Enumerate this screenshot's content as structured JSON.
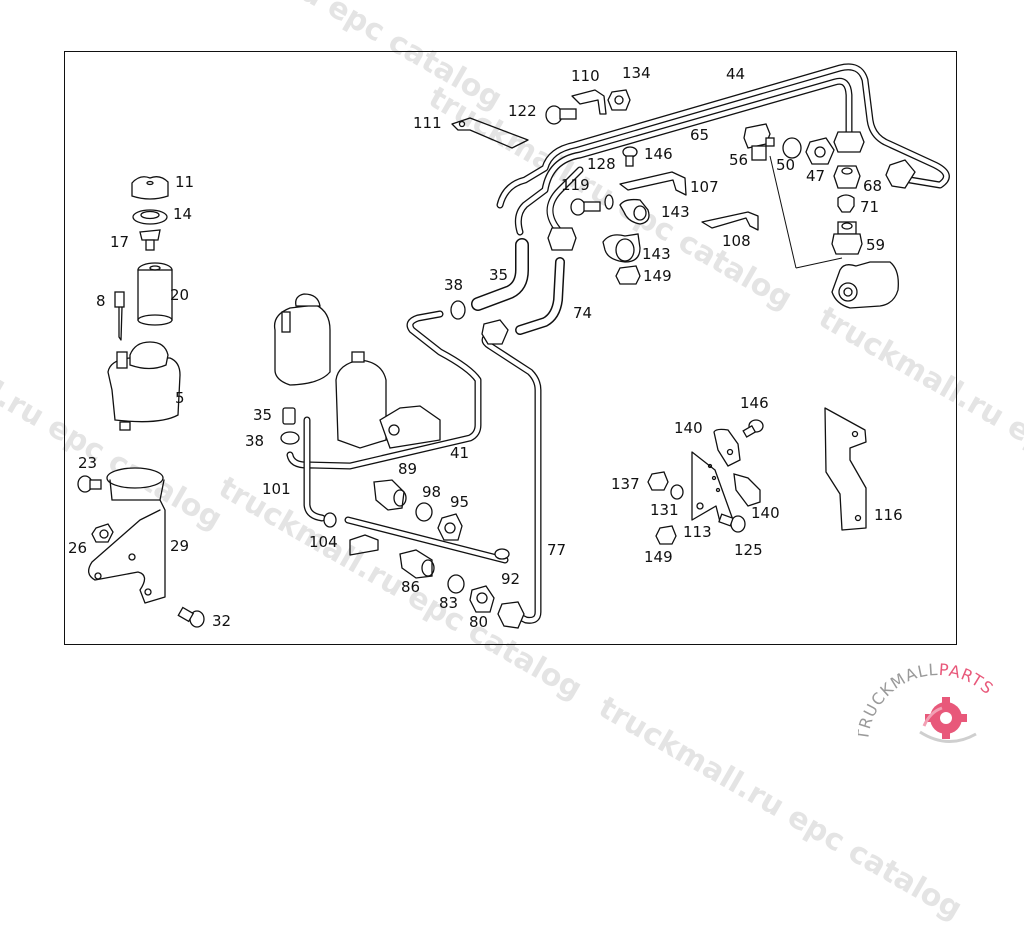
{
  "watermarks": [
    "truckmall.ru epc catalog",
    "truckmall.ru epc catalog",
    "truckmall.ru epc catalog",
    "truckmall.ru epc catalog"
  ],
  "logo": {
    "text_dark": "TRUCKMALL",
    "text_accent": "PARTS",
    "accent_color": "#e8587a",
    "text_color": "#9a9a9a"
  },
  "diagram": {
    "title": "Power steering hydraulic system – exploded parts diagram",
    "part_labels": [
      {
        "id": "5"
      },
      {
        "id": "8"
      },
      {
        "id": "11"
      },
      {
        "id": "14"
      },
      {
        "id": "17"
      },
      {
        "id": "20"
      },
      {
        "id": "23"
      },
      {
        "id": "26"
      },
      {
        "id": "29"
      },
      {
        "id": "32"
      },
      {
        "id": "35"
      },
      {
        "id": "38"
      },
      {
        "id": "41"
      },
      {
        "id": "44"
      },
      {
        "id": "47"
      },
      {
        "id": "50"
      },
      {
        "id": "56"
      },
      {
        "id": "59"
      },
      {
        "id": "65"
      },
      {
        "id": "68"
      },
      {
        "id": "71"
      },
      {
        "id": "74"
      },
      {
        "id": "77"
      },
      {
        "id": "80"
      },
      {
        "id": "83"
      },
      {
        "id": "86"
      },
      {
        "id": "89"
      },
      {
        "id": "92"
      },
      {
        "id": "95"
      },
      {
        "id": "98"
      },
      {
        "id": "101"
      },
      {
        "id": "104"
      },
      {
        "id": "107"
      },
      {
        "id": "108"
      },
      {
        "id": "110"
      },
      {
        "id": "111"
      },
      {
        "id": "113"
      },
      {
        "id": "116"
      },
      {
        "id": "119"
      },
      {
        "id": "122"
      },
      {
        "id": "125"
      },
      {
        "id": "128"
      },
      {
        "id": "131"
      },
      {
        "id": "134"
      },
      {
        "id": "137"
      },
      {
        "id": "140"
      },
      {
        "id": "143"
      },
      {
        "id": "146"
      },
      {
        "id": "149"
      }
    ],
    "labels": {
      "l5": "5",
      "l8": "8",
      "l11": "11",
      "l14": "14",
      "l17": "17",
      "l20": "20",
      "l23": "23",
      "l26": "26",
      "l29": "29",
      "l32": "32",
      "l35a": "35",
      "l35b": "35",
      "l38a": "38",
      "l38b": "38",
      "l41": "41",
      "l44": "44",
      "l47": "47",
      "l50": "50",
      "l56": "56",
      "l59": "59",
      "l65": "65",
      "l68": "68",
      "l71": "71",
      "l74": "74",
      "l77": "77",
      "l80": "80",
      "l83": "83",
      "l86": "86",
      "l89": "89",
      "l92": "92",
      "l95": "95",
      "l98": "98",
      "l101": "101",
      "l104": "104",
      "l107": "107",
      "l108": "108",
      "l110": "110",
      "l111": "111",
      "l113": "113",
      "l116": "116",
      "l119": "119",
      "l122": "122",
      "l125": "125",
      "l128": "128",
      "l131": "131",
      "l134": "134",
      "l137": "137",
      "l140a": "140",
      "l140b": "140",
      "l143a": "143",
      "l143b": "143",
      "l146a": "146",
      "l146b": "146",
      "l149a": "149",
      "l149b": "149"
    }
  }
}
